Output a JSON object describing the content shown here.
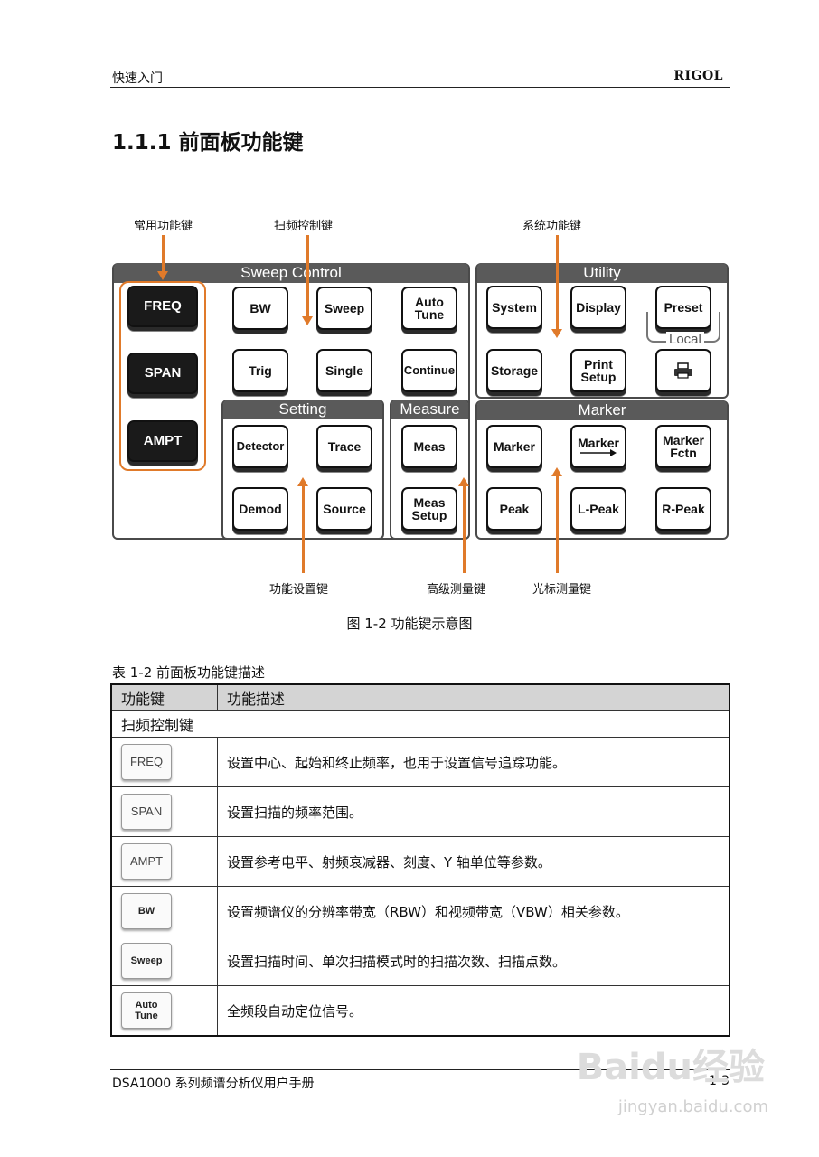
{
  "header": {
    "left": "快速入门",
    "right": "RIGOL"
  },
  "section": {
    "title": "1.1.1  前面板功能键"
  },
  "diagram": {
    "callouts": {
      "common": "常用功能键",
      "sweep_ctrl": "扫频控制键",
      "system": "系统功能键",
      "setting": "功能设置键",
      "measure": "高级测量键",
      "marker": "光标测量键"
    },
    "groups": {
      "sweep_control": "Sweep Control",
      "utility": "Utility",
      "setting": "Setting",
      "measure": "Measure",
      "marker": "Marker",
      "local": "Local"
    },
    "keys": {
      "freq": "FREQ",
      "span": "SPAN",
      "ampt": "AMPT",
      "bw": "BW",
      "sweep": "Sweep",
      "auto_tune": "Auto\nTune",
      "trig": "Trig",
      "single": "Single",
      "continue": "Continue",
      "system": "System",
      "display": "Display",
      "preset": "Preset",
      "storage": "Storage",
      "print_setup": "Print\nSetup",
      "detector": "Detector",
      "trace": "Trace",
      "demod": "Demod",
      "source": "Source",
      "meas": "Meas",
      "meas_setup": "Meas\nSetup",
      "marker": "Marker",
      "marker_to": "Marker",
      "marker_fctn": "Marker\nFctn",
      "peak": "Peak",
      "l_peak": "L-Peak",
      "r_peak": "R-Peak"
    },
    "caption": "图  1-2  功能键示意图"
  },
  "table": {
    "caption": "表  1-2  前面板功能键描述",
    "headers": [
      "功能键",
      "功能描述"
    ],
    "section": "扫频控制键",
    "rows": [
      {
        "key": "FREQ",
        "desc": "设置中心、起始和终止频率，也用于设置信号追踪功能。"
      },
      {
        "key": "SPAN",
        "desc": "设置扫描的频率范围。"
      },
      {
        "key": "AMPT",
        "desc": "设置参考电平、射频衰减器、刻度、Y 轴单位等参数。"
      },
      {
        "key": "BW",
        "desc": "设置频谱仪的分辨率带宽（RBW）和视频带宽（VBW）相关参数。"
      },
      {
        "key": "Sweep",
        "desc": "设置扫描时间、单次扫描模式时的扫描次数、扫描点数。"
      },
      {
        "key": "Auto\nTune",
        "desc": "全频段自动定位信号。"
      }
    ]
  },
  "footer": {
    "left": "DSA1000 系列频谱分析仪用户手册",
    "right": "1-3"
  },
  "watermark": {
    "line1": "Baidu经验",
    "line2": "jingyan.baidu.com"
  },
  "colors": {
    "accent": "#e07a2a",
    "panel_head": "#5a5a5a",
    "table_head": "#d4d4d4"
  }
}
